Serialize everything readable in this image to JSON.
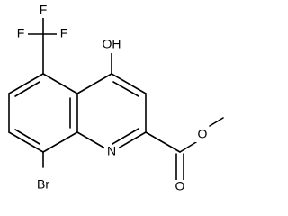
{
  "atoms": {
    "f_top": "F",
    "f_left": "F",
    "f_right": "F",
    "hydroxyl": "OH",
    "ring_nitrogen": "N",
    "ester_oxygen": "O",
    "carbonyl_oxygen": "O",
    "bromine": "Br"
  }
}
